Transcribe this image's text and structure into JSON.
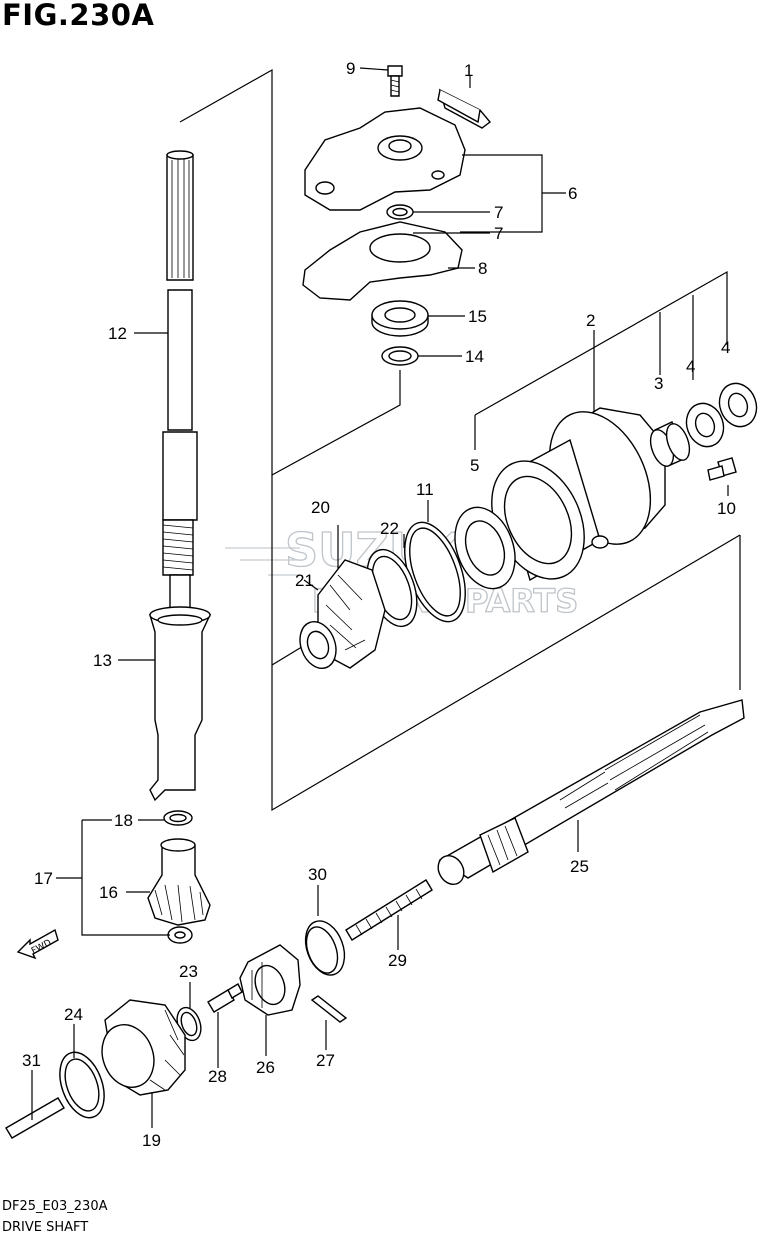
{
  "figure_title": "FIG.230A",
  "footer": {
    "code": "DF25_E03_230A",
    "caption": "DRIVE SHAFT"
  },
  "watermark": {
    "line1": "SUZUKI",
    "line2": "MARINE PARTS"
  },
  "fwd_label": "FWD",
  "callouts": [
    {
      "id": "c9",
      "label": "9"
    },
    {
      "id": "c1",
      "label": "1"
    },
    {
      "id": "c6",
      "label": "6"
    },
    {
      "id": "c7a",
      "label": "7"
    },
    {
      "id": "c7b",
      "label": "7"
    },
    {
      "id": "c8",
      "label": "8"
    },
    {
      "id": "c15",
      "label": "15"
    },
    {
      "id": "c14",
      "label": "14"
    },
    {
      "id": "c12",
      "label": "12"
    },
    {
      "id": "c2",
      "label": "2"
    },
    {
      "id": "c3",
      "label": "3"
    },
    {
      "id": "c4a",
      "label": "4"
    },
    {
      "id": "c4b",
      "label": "4"
    },
    {
      "id": "c5",
      "label": "5"
    },
    {
      "id": "c11",
      "label": "11"
    },
    {
      "id": "c10",
      "label": "10"
    },
    {
      "id": "c20",
      "label": "20"
    },
    {
      "id": "c22",
      "label": "22"
    },
    {
      "id": "c21",
      "label": "21"
    },
    {
      "id": "c13",
      "label": "13"
    },
    {
      "id": "c18",
      "label": "18"
    },
    {
      "id": "c17",
      "label": "17"
    },
    {
      "id": "c16",
      "label": "16"
    },
    {
      "id": "c25",
      "label": "25"
    },
    {
      "id": "c30",
      "label": "30"
    },
    {
      "id": "c29",
      "label": "29"
    },
    {
      "id": "c23",
      "label": "23"
    },
    {
      "id": "c24",
      "label": "24"
    },
    {
      "id": "c31",
      "label": "31"
    },
    {
      "id": "c28",
      "label": "28"
    },
    {
      "id": "c26",
      "label": "26"
    },
    {
      "id": "c27",
      "label": "27"
    },
    {
      "id": "c19",
      "label": "19"
    }
  ]
}
